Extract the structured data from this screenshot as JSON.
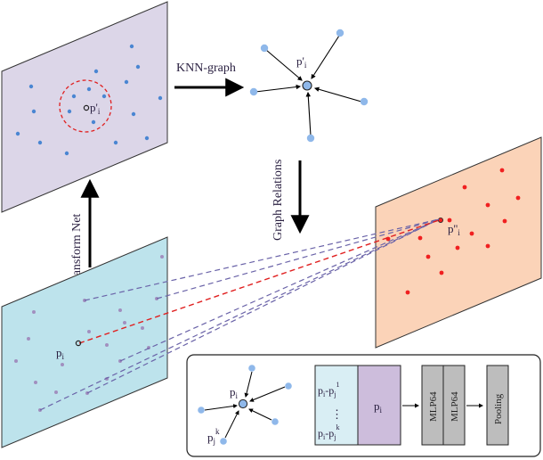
{
  "colors": {
    "top_plane_fill": "#dcd6e8",
    "bottom_plane_fill": "#bde3ec",
    "right_plane_fill": "#fbd3b8",
    "blue_point": "#4a86d2",
    "light_blue_point": "#8fb8ea",
    "purple_point": "#a18fbf",
    "red_point": "#f02020",
    "label_text": "#2b2142",
    "arrow": "#000000",
    "mauve_box": "#cdbddc",
    "pale_blue_box": "#d9eef4",
    "gray_box": "#bdbdbd"
  },
  "labels": {
    "p_prime_in_plane": "p'",
    "p_prime_in_plane_sub": "i",
    "knn_graph": "KNN-graph",
    "p_prime_center": "p'",
    "p_prime_center_sub": "i",
    "transform_net": "Transform Net",
    "graph_relations": "Graph Relations",
    "p_double_prime": "p''",
    "p_double_prime_sub": "i",
    "p_i_bottom": "p",
    "p_i_bottom_sub": "i"
  },
  "inset": {
    "center_label": "p",
    "center_label_sub": "i",
    "neighbor_label": "p",
    "neighbor_label_sub": "j",
    "neighbor_label_sup": "k",
    "diff_top_a": "p",
    "diff_top_a_sub": "i",
    "diff_top_b": "p",
    "diff_top_b_sub": "j",
    "diff_top_sup": "1",
    "diff_dots": "⋮",
    "diff_bottom_a": "p",
    "diff_bottom_a_sub": "i",
    "diff_bottom_b": "p",
    "diff_bottom_b_sub": "j",
    "diff_bottom_sup": "k",
    "feature_label": "p",
    "feature_label_sub": "i",
    "mlp1": "MLP64",
    "mlp2": "MLP64",
    "pooling": "Pooling"
  }
}
